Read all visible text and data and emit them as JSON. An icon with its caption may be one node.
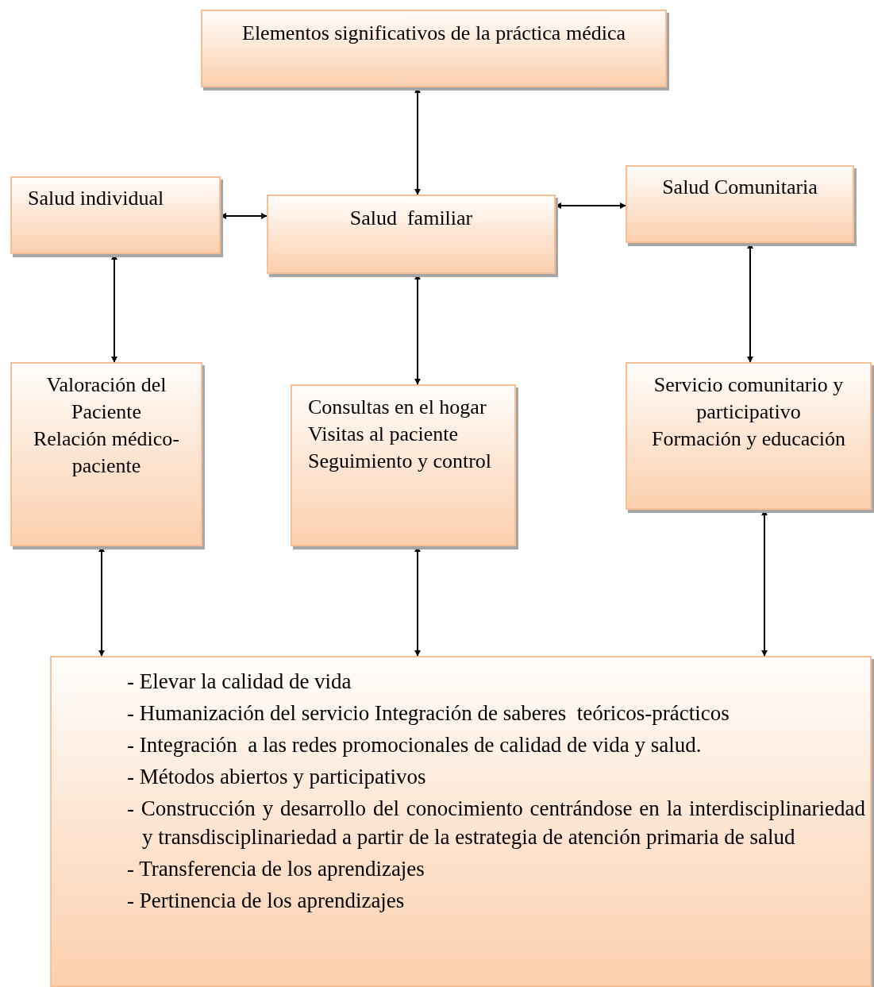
{
  "diagram": {
    "nodes": [
      {
        "text": [
          "Elementos significativos de la práctica médica"
        ]
      },
      {
        "text": [
          "Salud individual"
        ]
      },
      {
        "text": [
          "Salud  familiar"
        ]
      },
      {
        "text": [
          "Salud Comunitaria"
        ]
      },
      {
        "text": [
          "Valoración del Paciente",
          "Relación médico-paciente"
        ]
      },
      {
        "text": [
          "Consultas en el hogar",
          "Visitas al paciente",
          "Seguimiento y control"
        ]
      },
      {
        "text": [
          "Servicio comunitario y participativo",
          "Formación y educación"
        ]
      },
      {
        "text": [
          "- Elevar la calidad de vida",
          "- Humanización del servicio Integración de saberes  teóricos-prácticos",
          "- Integración  a las redes promocionales de calidad de vida y salud.",
          "- Métodos abiertos y participativos",
          "- Construcción y desarrollo del conocimiento centrándose en la interdisciplinariedad y transdisciplinariedad a partir de la estrategia de atención primaria de salud",
          "- Transferencia de los aprendizajes",
          "- Pertinencia de los aprendizajes"
        ]
      }
    ],
    "edges": [
      {
        "from": 0,
        "to": 2,
        "arrow": "both"
      },
      {
        "from": 1,
        "to": 2,
        "arrow": "both"
      },
      {
        "from": 2,
        "to": 3,
        "arrow": "both"
      },
      {
        "from": 1,
        "to": 4,
        "arrow": "both"
      },
      {
        "from": 2,
        "to": 5,
        "arrow": "both"
      },
      {
        "from": 3,
        "to": 6,
        "arrow": "both"
      },
      {
        "from": 4,
        "to": 7,
        "arrow": "both"
      },
      {
        "from": 5,
        "to": 7,
        "arrow": "both"
      },
      {
        "from": 6,
        "to": 7,
        "arrow": "both"
      }
    ]
  }
}
